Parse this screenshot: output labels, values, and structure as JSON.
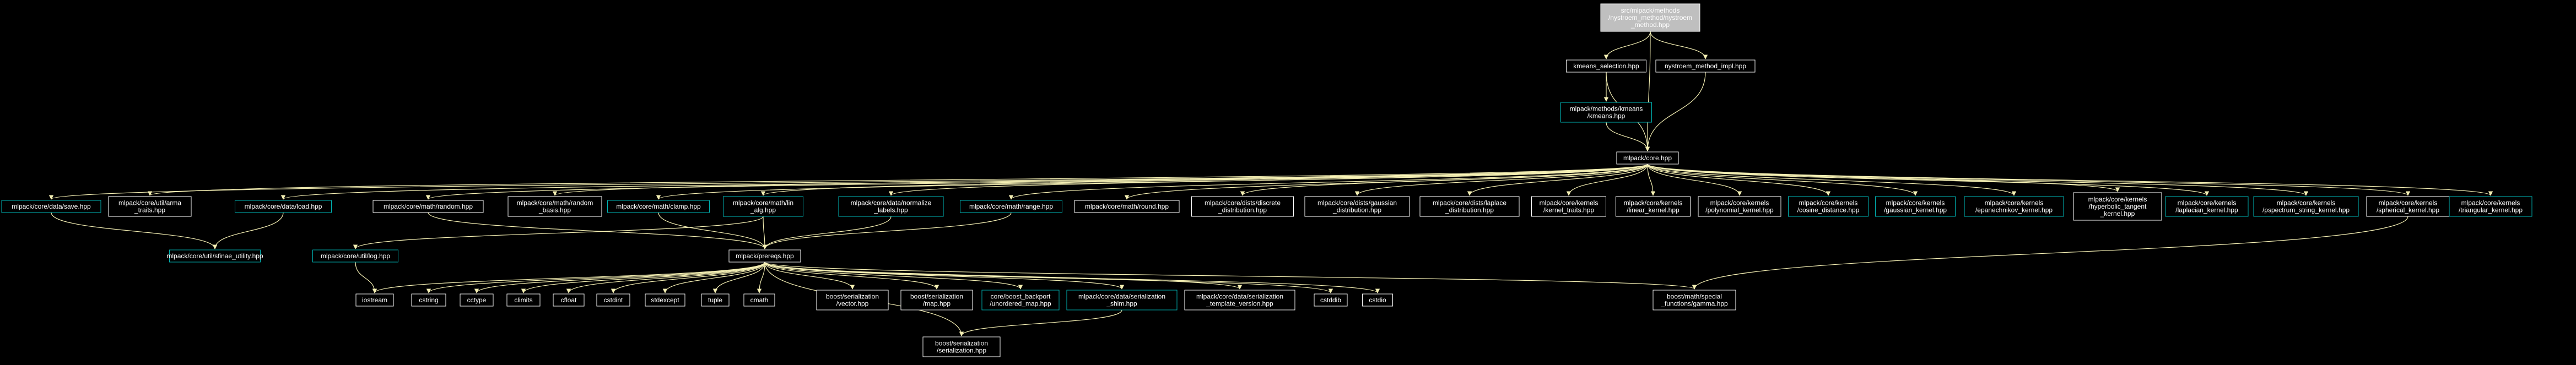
{
  "colors": {
    "background": "#000000",
    "text": "#ffffff",
    "root_fill": "#bfbfbf",
    "root_text": "#000000",
    "node_border": "#ffffff",
    "linked_node_border": "#00b4b4",
    "edge": "#f5f0b4",
    "edge_dark": "#ffffff"
  },
  "nodes": {
    "root": {
      "lines": [
        "src/mlpack/methods",
        "/nystroem_method/nystroem",
        "_method.hpp"
      ]
    },
    "kmeans_sel": {
      "lines": [
        "kmeans_selection.hpp"
      ]
    },
    "nys_impl": {
      "lines": [
        "nystroem_method_impl.hpp"
      ]
    },
    "kmeans": {
      "lines": [
        "mlpack/methods/kmeans",
        "/kmeans.hpp"
      ]
    },
    "core": {
      "lines": [
        "mlpack/core.hpp"
      ]
    },
    "save": {
      "lines": [
        "mlpack/core/data/save.hpp"
      ]
    },
    "arma_traits": {
      "lines": [
        "mlpack/core/util/arma",
        "_traits.hpp"
      ]
    },
    "load": {
      "lines": [
        "mlpack/core/data/load.hpp"
      ]
    },
    "random": {
      "lines": [
        "mlpack/core/math/random.hpp"
      ]
    },
    "random_basis": {
      "lines": [
        "mlpack/core/math/random",
        "_basis.hpp"
      ]
    },
    "clamp": {
      "lines": [
        "mlpack/core/math/clamp.hpp"
      ]
    },
    "lin_alg": {
      "lines": [
        "mlpack/core/math/lin",
        "_alg.hpp"
      ]
    },
    "normalize": {
      "lines": [
        "mlpack/core/data/normalize",
        "_labels.hpp"
      ]
    },
    "range": {
      "lines": [
        "mlpack/core/math/range.hpp"
      ]
    },
    "round": {
      "lines": [
        "mlpack/core/math/round.hpp"
      ]
    },
    "discrete": {
      "lines": [
        "mlpack/core/dists/discrete",
        "_distribution.hpp"
      ]
    },
    "gaussian_d": {
      "lines": [
        "mlpack/core/dists/gaussian",
        "_distribution.hpp"
      ]
    },
    "laplace_d": {
      "lines": [
        "mlpack/core/dists/laplace",
        "_distribution.hpp"
      ]
    },
    "kernel_traits": {
      "lines": [
        "mlpack/core/kernels",
        "/kernel_traits.hpp"
      ]
    },
    "linear_k": {
      "lines": [
        "mlpack/core/kernels",
        "/linear_kernel.hpp"
      ]
    },
    "poly_k": {
      "lines": [
        "mlpack/core/kernels",
        "/polynomial_kernel.hpp"
      ]
    },
    "cosine_k": {
      "lines": [
        "mlpack/core/kernels",
        "/cosine_distance.hpp"
      ]
    },
    "gaussian_k": {
      "lines": [
        "mlpack/core/kernels",
        "/gaussian_kernel.hpp"
      ]
    },
    "epan_k": {
      "lines": [
        "mlpack/core/kernels",
        "/epanechnikov_kernel.hpp"
      ]
    },
    "hyper_k": {
      "lines": [
        "mlpack/core/kernels",
        "/hyperbolic_tangent",
        "_kernel.hpp"
      ]
    },
    "laplace_k": {
      "lines": [
        "mlpack/core/kernels",
        "/laplacian_kernel.hpp"
      ]
    },
    "pspec_k": {
      "lines": [
        "mlpack/core/kernels",
        "/pspectrum_string_kernel.hpp"
      ]
    },
    "spherical_k": {
      "lines": [
        "mlpack/core/kernels",
        "/spherical_kernel.hpp"
      ]
    },
    "triangular_k": {
      "lines": [
        "mlpack/core/kernels",
        "/triangular_kernel.hpp"
      ]
    },
    "log": {
      "lines": [
        "mlpack/core/util/log.hpp"
      ]
    },
    "sfinae": {
      "lines": [
        "mlpack/core/util/sfinae_utility.hpp"
      ]
    },
    "prereqs": {
      "lines": [
        "mlpack/prereqs.hpp"
      ]
    },
    "iostream": {
      "lines": [
        "iostream"
      ]
    },
    "cstring": {
      "lines": [
        "cstring"
      ]
    },
    "cctype": {
      "lines": [
        "cctype"
      ]
    },
    "climits": {
      "lines": [
        "climits"
      ]
    },
    "cfloat": {
      "lines": [
        "cfloat"
      ]
    },
    "cstdint": {
      "lines": [
        "cstdint"
      ]
    },
    "stdexcept": {
      "lines": [
        "stdexcept"
      ]
    },
    "tuple": {
      "lines": [
        "tuple"
      ]
    },
    "cmath": {
      "lines": [
        "cmath"
      ]
    },
    "ser_vector": {
      "lines": [
        "boost/serialization",
        "/vector.hpp"
      ]
    },
    "ser_map": {
      "lines": [
        "boost/serialization",
        "/map.hpp"
      ]
    },
    "unordered_map": {
      "lines": [
        "core/boost_backport",
        "/unordered_map.hpp"
      ]
    },
    "ser_shim": {
      "lines": [
        "mlpack/core/data/serialization",
        "_shim.hpp"
      ]
    },
    "ser_tmpl": {
      "lines": [
        "mlpack/core/data/serialization",
        "_template_version.hpp"
      ]
    },
    "cstddef": {
      "lines": [
        "cstddib"
      ]
    },
    "cstdio": {
      "lines": [
        "cstdio"
      ]
    },
    "gamma": {
      "lines": [
        "boost/math/special",
        "_functions/gamma.hpp"
      ]
    },
    "ser_ser": {
      "lines": [
        "boost/serialization",
        "/serialization.hpp"
      ]
    }
  }
}
